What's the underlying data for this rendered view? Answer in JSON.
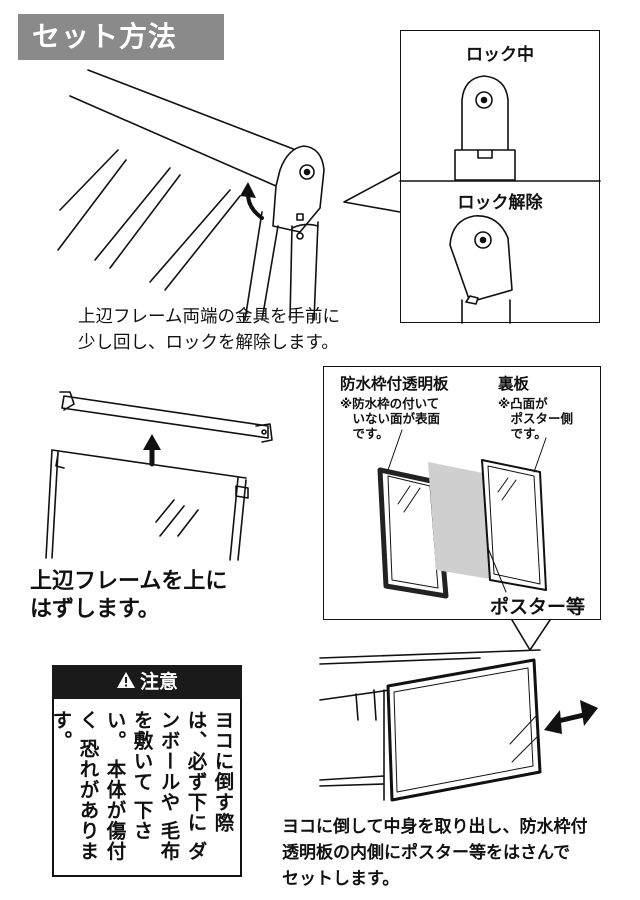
{
  "section_title": "セット方法",
  "lock_panel": {
    "locked_label": "ロック中",
    "unlocked_label": "ロック解除"
  },
  "step1_text": "上辺フレーム両端の金具を手前に\n少し回し、ロックを解除します。",
  "step2_text": "上辺フレームを上に\nはずします。",
  "panel": {
    "clear_board_title": "防水枠付透明板",
    "clear_board_note": "※防水枠の付いて\n　いない面が表面\n　です。",
    "back_board_title": "裏板",
    "back_board_note": "※凸面が\n　ポスター側\n　です。",
    "poster_label": "ポスター等"
  },
  "caution": {
    "heading": "注意",
    "icon": "warning-triangle-icon",
    "body": "ヨコに倒す際は、必ず下に ダンボールや 毛布を敷いて 下さい。 本体が傷付く 恐れがあります。"
  },
  "step3_text": "ヨコに倒して中身を取り出し、防水枠付\n透明板の内側にポスター等をはさんで\nセットします。"
}
